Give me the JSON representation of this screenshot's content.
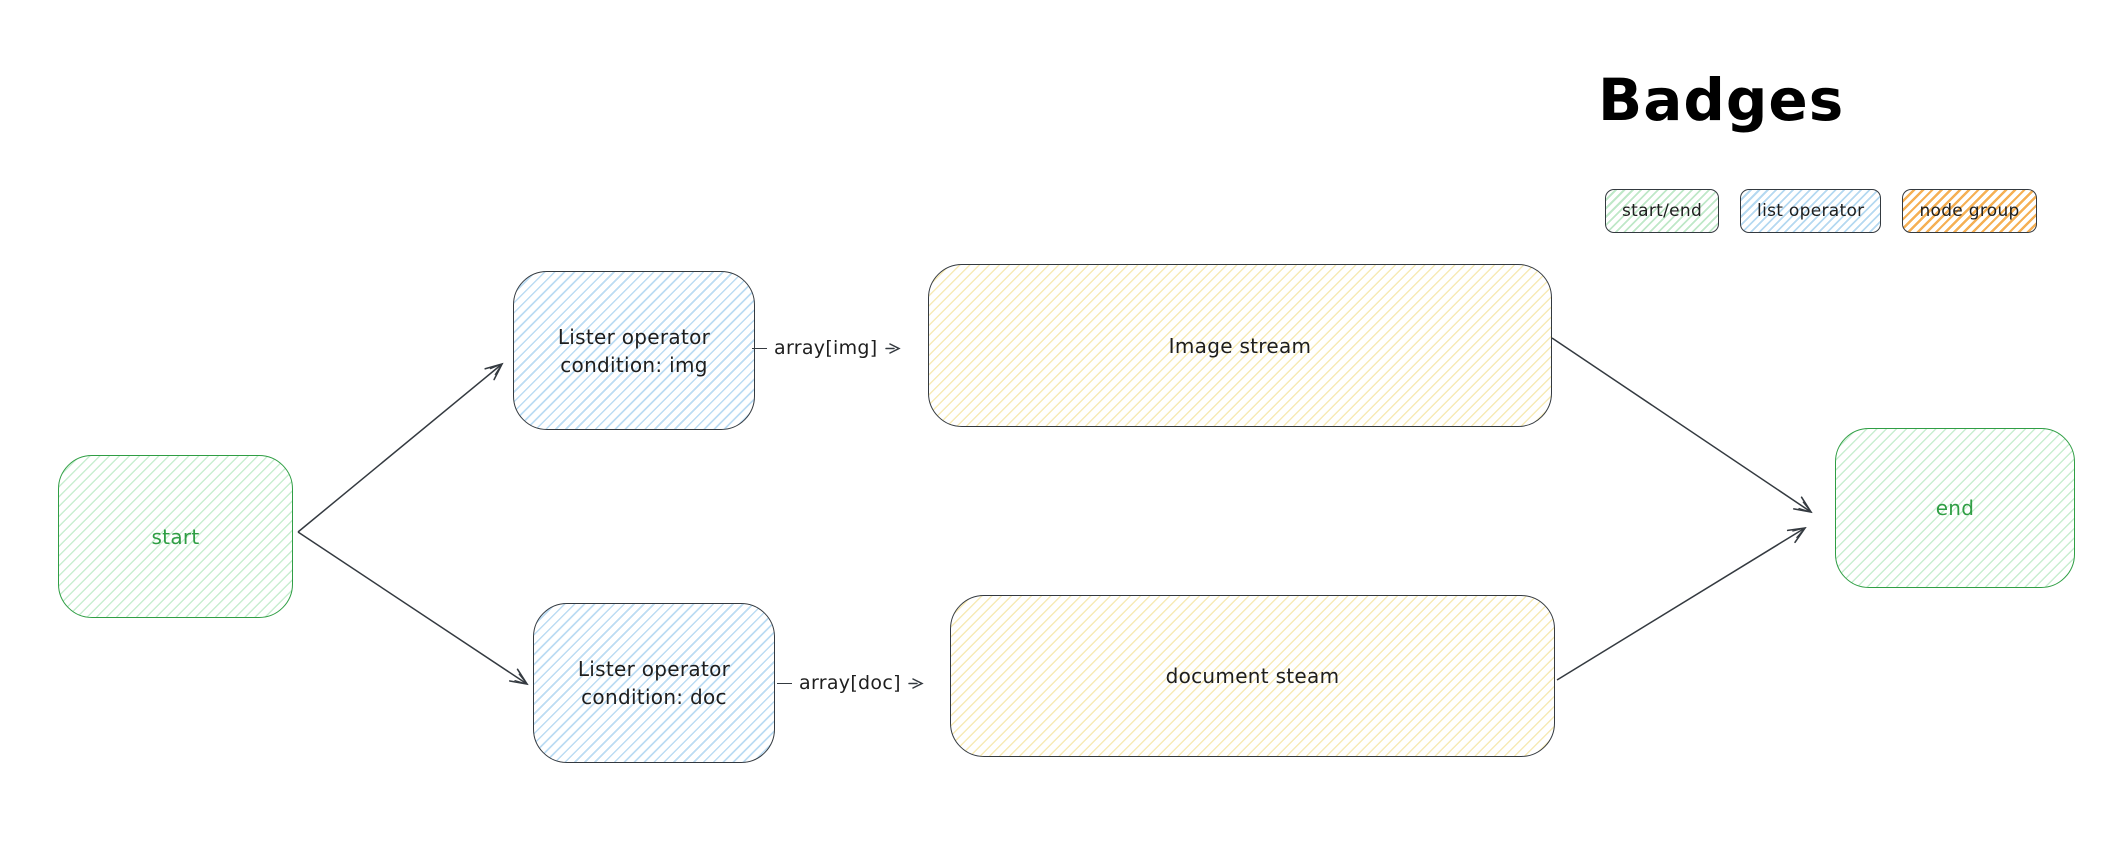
{
  "legend": {
    "title": "Badges",
    "badges": [
      {
        "label": "start/end",
        "style": "green"
      },
      {
        "label": "list operator",
        "style": "blue"
      },
      {
        "label": "node group",
        "style": "orange"
      }
    ]
  },
  "nodes": {
    "start": {
      "label": "start",
      "type": "start-end"
    },
    "lister_img": {
      "label": "Lister operator\ncondition: img",
      "type": "list-operator"
    },
    "lister_doc": {
      "label": "Lister operator\ncondition: doc",
      "type": "list-operator"
    },
    "image_stream": {
      "label": "Image stream",
      "type": "node-group"
    },
    "document_steam": {
      "label": "document steam",
      "type": "node-group"
    },
    "end": {
      "label": "end",
      "type": "start-end"
    }
  },
  "edges": {
    "start_to_lister_img": {
      "label": ""
    },
    "start_to_lister_doc": {
      "label": ""
    },
    "lister_img_to_image_stream": {
      "label": "array[img]"
    },
    "lister_doc_to_document_steam": {
      "label": "array[doc]"
    },
    "image_stream_to_end": {
      "label": ""
    },
    "document_steam_to_end": {
      "label": ""
    }
  },
  "colors": {
    "green_stroke": "#2f9e44",
    "green_fill": "#b2f2bb",
    "blue_fill": "#a5d8ff",
    "yellow_fill": "#ffec99",
    "orange_fill": "#ffa94d",
    "dark_stroke": "#343a40",
    "text_dark": "#1e1e1e",
    "background": "#ffffff"
  }
}
